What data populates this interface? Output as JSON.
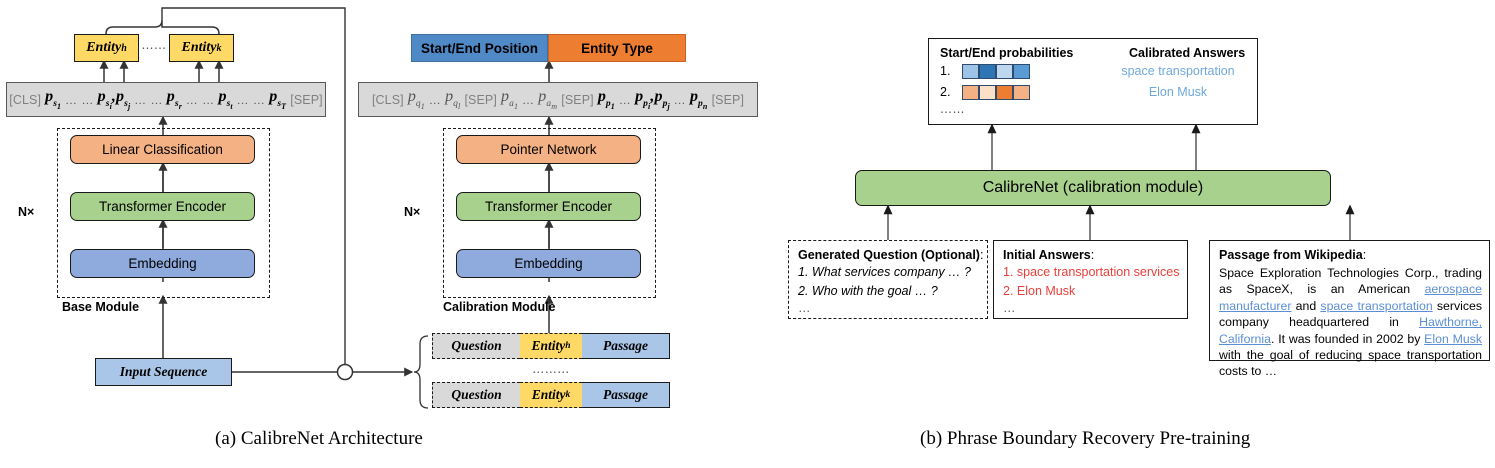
{
  "figure": {
    "caption_a": "(a)  CalibreNet Architecture",
    "caption_b": "(b)  Phrase Boundary Recovery Pre-training"
  },
  "panel_a": {
    "entities": [
      {
        "name": "Entity",
        "sub": "h"
      },
      {
        "name": "Entity",
        "sub": "k"
      }
    ],
    "entity_link_dots": "⋯⋯",
    "base_sequence": {
      "cls": "[CLS]",
      "sep": "[SEP]",
      "tokens": [
        "p",
        "p",
        "p",
        "p",
        "p",
        "p"
      ],
      "subs": [
        "s₁",
        "sᵢ,",
        "sⱼ",
        "sᵣ",
        "sₜ",
        "s_T"
      ],
      "ellipsis": "… …"
    },
    "calib_sequence": {
      "cls": "[CLS]",
      "sep": "[SEP]"
    },
    "base_module": {
      "label": "Base Module",
      "repeat": "N×",
      "layers": [
        "Linear Classification",
        "Transformer Encoder",
        "Embedding"
      ]
    },
    "calibration_module": {
      "label": "Calibration Module",
      "repeat": "N×",
      "layers": [
        "Pointer Network",
        "Transformer Encoder",
        "Embedding"
      ]
    },
    "output_heads": [
      {
        "label": "Start/End Position",
        "color": "#4F89C6"
      },
      {
        "label": "Entity Type",
        "color": "#ED7D31"
      }
    ],
    "input_sequence": "Input Sequence",
    "input_rows": [
      {
        "question": "Question",
        "entity": "Entity",
        "entity_sub": "h",
        "passage": "Passage"
      },
      {
        "question": "Question",
        "entity": "Entity",
        "entity_sub": "k",
        "passage": "Passage"
      }
    ],
    "rows_ellipsis": "⋯⋯⋯"
  },
  "panel_b": {
    "output_panel": {
      "prob_header": "Start/End probabilities",
      "answers_header": "Calibrated Answers",
      "rows": [
        {
          "index": "1.",
          "cells": [
            "#9DC3E6",
            "#2E75B6",
            "#BDD7EE",
            "#5B9BD5"
          ],
          "answer": "space transportation"
        },
        {
          "index": "2.",
          "cells": [
            "#F4B183",
            "#FBE0C8",
            "#ED7D31",
            "#F4B183"
          ],
          "answer": "Elon Musk"
        }
      ],
      "more": "⋯⋯"
    },
    "calibre_net": "CalibreNet (calibration module)",
    "generated_question": {
      "header": "Generated Question (Optional)",
      "colon": ":",
      "items": [
        "1. What services company … ?",
        "2. Who with the goal … ?"
      ],
      "more": "…"
    },
    "initial_answers": {
      "header": "Initial Answers",
      "colon": ":",
      "items": [
        "1. space transportation services",
        "2. Elon Musk"
      ],
      "more": "…"
    },
    "passage": {
      "header": "Passage from Wikipedia",
      "colon": ":",
      "segments": [
        {
          "t": "Space Exploration Technologies Corp., trading as SpaceX, is an American ",
          "link": false
        },
        {
          "t": "aerospace manufacturer",
          "link": true
        },
        {
          "t": " and ",
          "link": false
        },
        {
          "t": "space transportation",
          "link": true
        },
        {
          "t": " services company headquartered in ",
          "link": false
        },
        {
          "t": "Hawthorne, California",
          "link": true
        },
        {
          "t": ". It was founded in 2002 by ",
          "link": false
        },
        {
          "t": "Elon Musk",
          "link": true
        },
        {
          "t": " with the goal of reducing space transportation costs to …",
          "link": false
        }
      ]
    }
  },
  "colors": {
    "orange": "#F4B183",
    "green": "#A9D18E",
    "blue": "#8FAADC",
    "yellow": "#FFD966",
    "grey": "#D9D9D9",
    "header_blue": "#4F89C6",
    "header_orange": "#ED7D31",
    "red_text": "#E8413C",
    "light_blue_text": "#6FA8DC",
    "link_blue": "#5B8FD4"
  }
}
